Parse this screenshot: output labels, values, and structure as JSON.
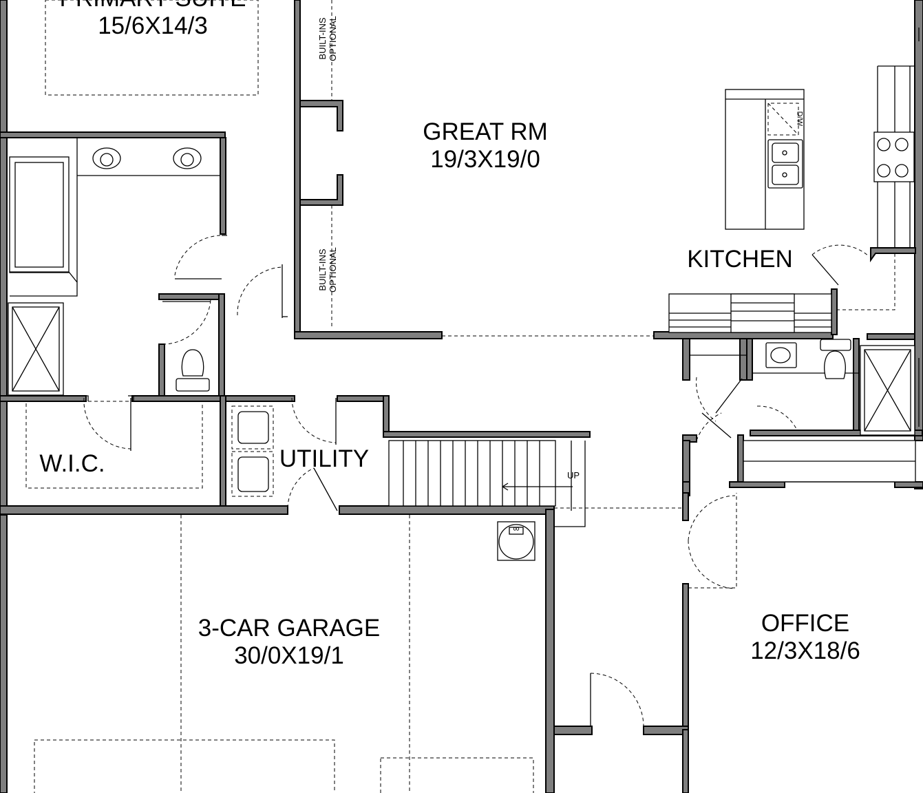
{
  "rooms": {
    "primary_suite": {
      "name": "PRIMARY SUITE",
      "size": "15/6X14/3"
    },
    "great_rm": {
      "name": "GREAT RM",
      "size": "19/3X19/0"
    },
    "kitchen": {
      "name": "KITCHEN"
    },
    "wic": {
      "name": "W.I.C."
    },
    "utility": {
      "name": "UTILITY"
    },
    "garage": {
      "name": "3-CAR GARAGE",
      "size": "30/0X19/1"
    },
    "office": {
      "name": "OFFICE",
      "size": "12/3X18/6"
    }
  },
  "notes": {
    "builtins_top": {
      "line1": "BUILT-INS",
      "line2": "OPTIONAL"
    },
    "builtins_bottom": {
      "line1": "BUILT-INS",
      "line2": "OPTIONAL"
    },
    "stairs": "UP",
    "dishwasher": "D/W",
    "water_heater": "∞"
  },
  "colors": {
    "wall_fill": "#7f7f7f",
    "line": "#000000",
    "background": "#ffffff"
  }
}
